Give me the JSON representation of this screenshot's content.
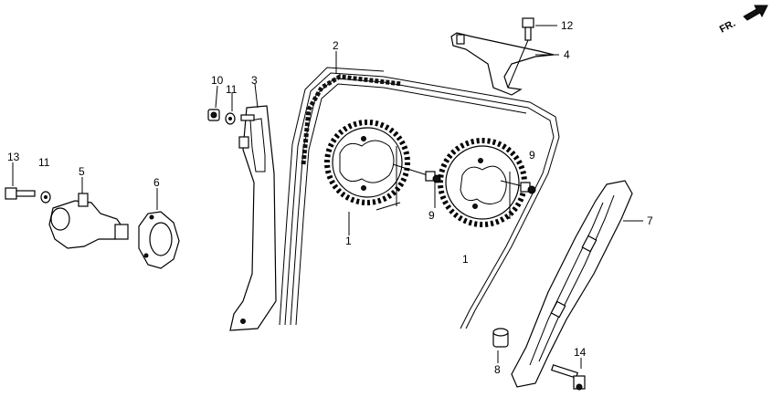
{
  "direction_label": "FR.",
  "callouts": {
    "c1a": "1",
    "c1b": "1",
    "c2": "2",
    "c3": "3",
    "c4": "4",
    "c5": "5",
    "c6": "6",
    "c7": "7",
    "c8": "8",
    "c9a": "9",
    "c9b": "9",
    "c10": "10",
    "c11a": "11",
    "c11b": "11",
    "c12": "12",
    "c13": "13",
    "c14": "14"
  }
}
